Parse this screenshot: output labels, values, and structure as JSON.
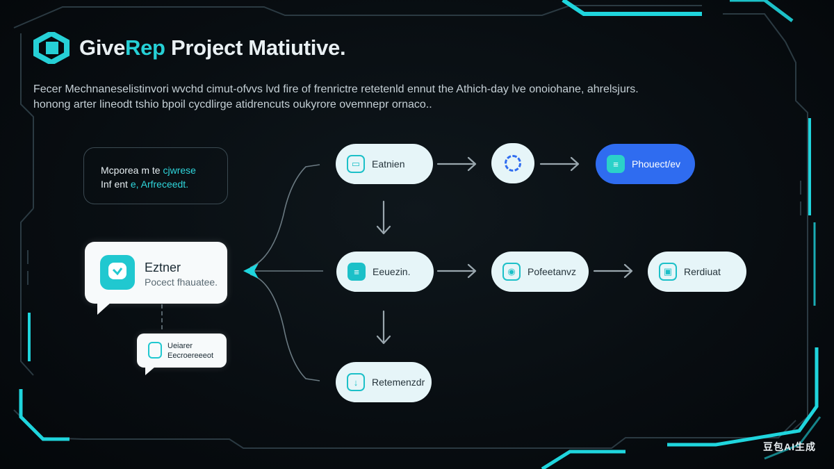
{
  "header": {
    "title_brand_a": "Give",
    "title_brand_b": "Rep",
    "title_rest": " Project Matiutive."
  },
  "description": {
    "line1": "Fecer Mechnaneselistinvori wvchd cimut-ofvvs lvd fire of frenrictre retetenld ennut the Athich-day lve onoiohane, ahrelsjurs.",
    "line2": "honong arter lineodt tshio bpoil cycdlirge atidrencuts oukyrore ovemnepr ornaco.."
  },
  "note": {
    "line1_a": "Mcporea m te ",
    "line1_b": "cjwrese",
    "line2_a": "Inf ent ",
    "line2_b": "e, Arfreceedt."
  },
  "bubble_main": {
    "title": "Eztner",
    "subtitle": "Pocect fhauatee."
  },
  "bubble_small": {
    "title": "Ueiarer",
    "subtitle": "Eecroereeeot"
  },
  "nodes": {
    "row1_left": "Eatnien",
    "row1_right": "Phouect/ev",
    "row2_left": "Eeuezin.",
    "row2_mid": "Pofeetanvz",
    "row2_right": "Rerdiuat",
    "row3": "Retemenzdr"
  },
  "watermark": "豆包AI生成",
  "colors": {
    "accent": "#26d0d6",
    "blue_node": "#2f6cf0",
    "background": "#05090c"
  }
}
